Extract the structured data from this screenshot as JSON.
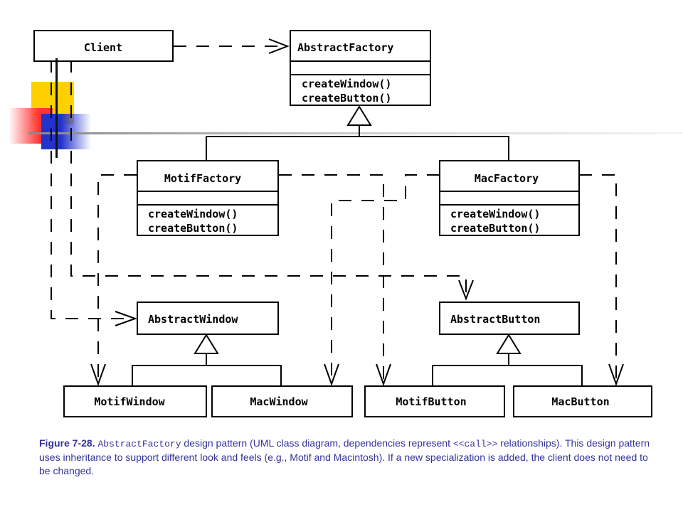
{
  "diagram": {
    "classes": {
      "client": {
        "name": "Client"
      },
      "abstract_factory": {
        "name": "AbstractFactory",
        "methods": [
          "createWindow()",
          "createButton()"
        ]
      },
      "motif_factory": {
        "name": "MotifFactory",
        "methods": [
          "createWindow()",
          "createButton()"
        ]
      },
      "mac_factory": {
        "name": "MacFactory",
        "methods": [
          "createWindow()",
          "createButton()"
        ]
      },
      "abstract_window": {
        "name": "AbstractWindow"
      },
      "abstract_button": {
        "name": "AbstractButton"
      },
      "motif_window": {
        "name": "MotifWindow"
      },
      "mac_window": {
        "name": "MacWindow"
      },
      "motif_button": {
        "name": "MotifButton"
      },
      "mac_button": {
        "name": "MacButton"
      }
    }
  },
  "caption": {
    "figure_label": "Figure 7-28.",
    "class_name": "AbstractFactory",
    "text_part1": " design pattern (UML class diagram, dependencies represent ",
    "stereotype": "<<call>>",
    "text_part2": " relationships). This design pattern uses inheritance to support different look and feels (e.g., Motif and Macintosh). If a new specialization is added, the client does not need to be changed."
  },
  "colors": {
    "caption": "#333399",
    "deco_yellow": "#ffd000",
    "deco_red": "#ff3333",
    "deco_blue": "#2233cc"
  }
}
